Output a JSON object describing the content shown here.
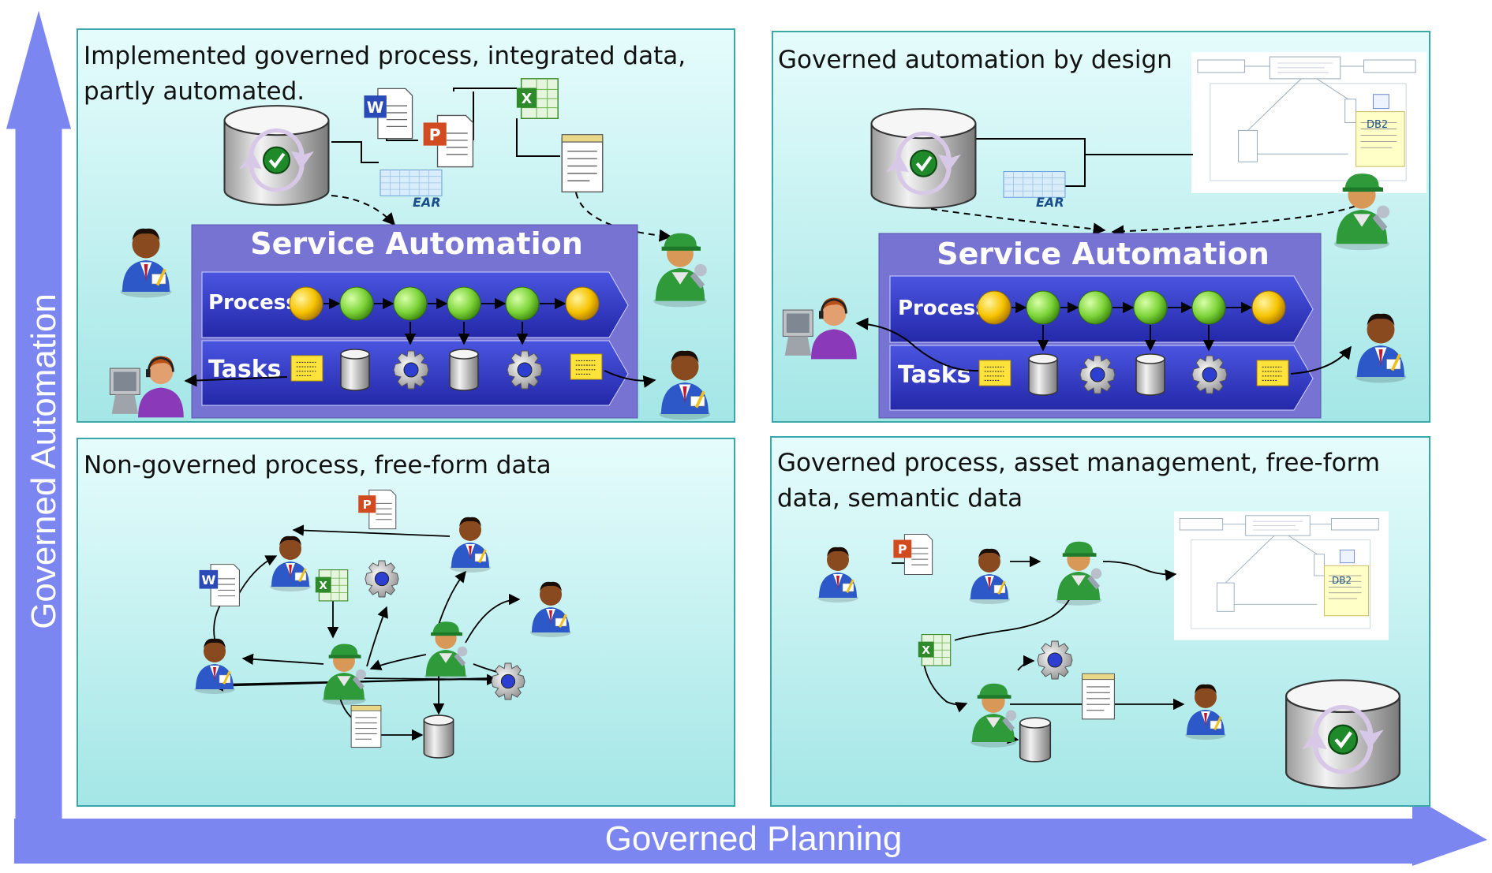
{
  "axes": {
    "y_label": "Governed Automation",
    "x_label": "Governed Planning",
    "color": "#7b86f0"
  },
  "quadrants": {
    "top_left": {
      "title_line1": "Implemented governed process, integrated data,",
      "title_line2": "partly automated.",
      "service_automation": "Service Automation",
      "process_label": "Process",
      "tasks_label": "Tasks",
      "ear_label": "EAR"
    },
    "top_right": {
      "title_line1": "Governed automation by design",
      "service_automation": "Service Automation",
      "process_label": "Process",
      "tasks_label": "Tasks",
      "ear_label": "EAR",
      "diagram_label": "DB2"
    },
    "bottom_left": {
      "title_line1": "Non-governed process, free-form data"
    },
    "bottom_right": {
      "title_line1": "Governed process, asset management, free-form",
      "title_line2": "data, semantic data",
      "diagram_label": "DB2"
    }
  },
  "colors": {
    "panel_fill_top": "#e4fbfb",
    "panel_fill_bottom": "#a4e8e8",
    "panel_border": "#3aa8a8",
    "service_panel": "#7673d2",
    "lane_fill": "#2f37c8",
    "node_green": "#7dd43a",
    "node_yellow": "#f6c400"
  }
}
